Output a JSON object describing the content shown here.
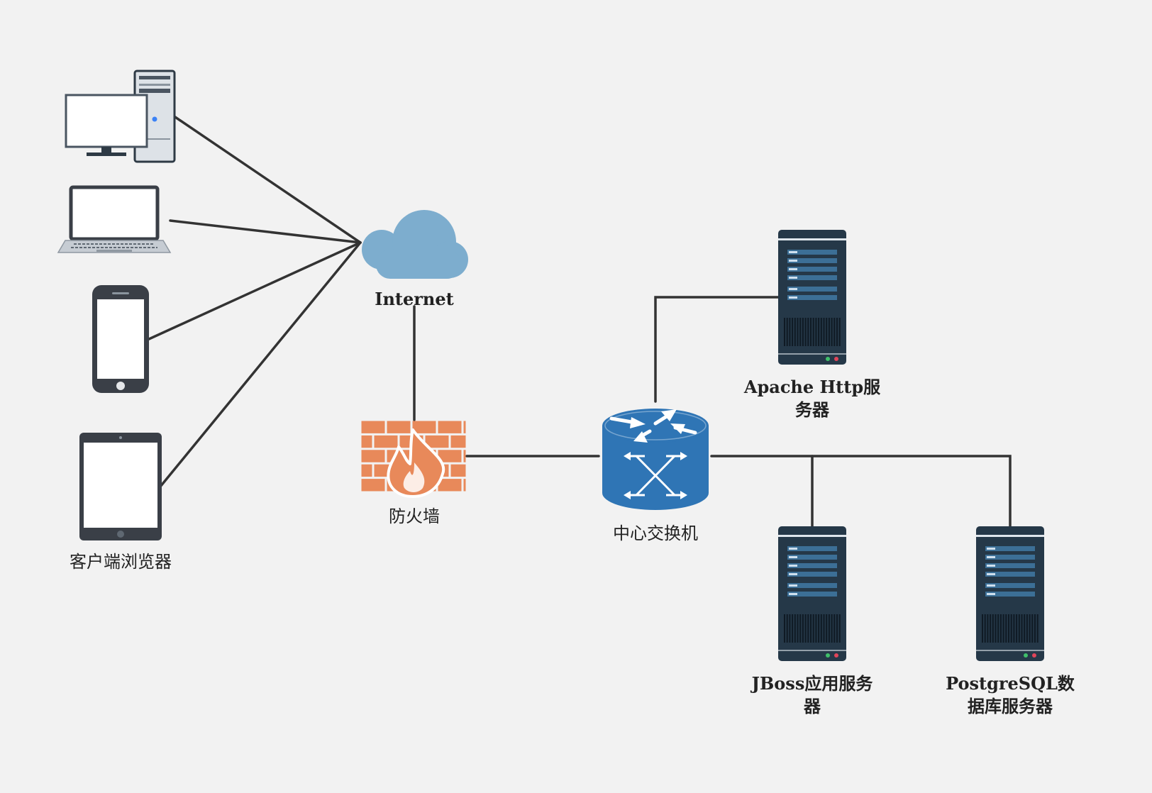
{
  "nodes": {
    "clients": {
      "label": "客户端浏览器"
    },
    "internet": {
      "label": "Internet"
    },
    "firewall": {
      "label": "防火墙"
    },
    "switch": {
      "label": "中心交换机"
    },
    "apache": {
      "label_line1": "Apache Http服",
      "label_line2": "务器"
    },
    "jboss": {
      "label_line1": "JBoss应用服务",
      "label_line2": "器"
    },
    "postgres": {
      "label_line1": "PostgreSQL数",
      "label_line2": "据库服务器"
    }
  },
  "colors": {
    "background": "#f2f2f2",
    "connector": "#333333",
    "cloud": "#7dadce",
    "firewall_brick": "#e8895a",
    "switch_blue": "#2f75b5",
    "server_body": "#253848",
    "server_stripe": "#3c6f96",
    "device_frame": "#3a3f47",
    "screen": "#ffffff"
  }
}
